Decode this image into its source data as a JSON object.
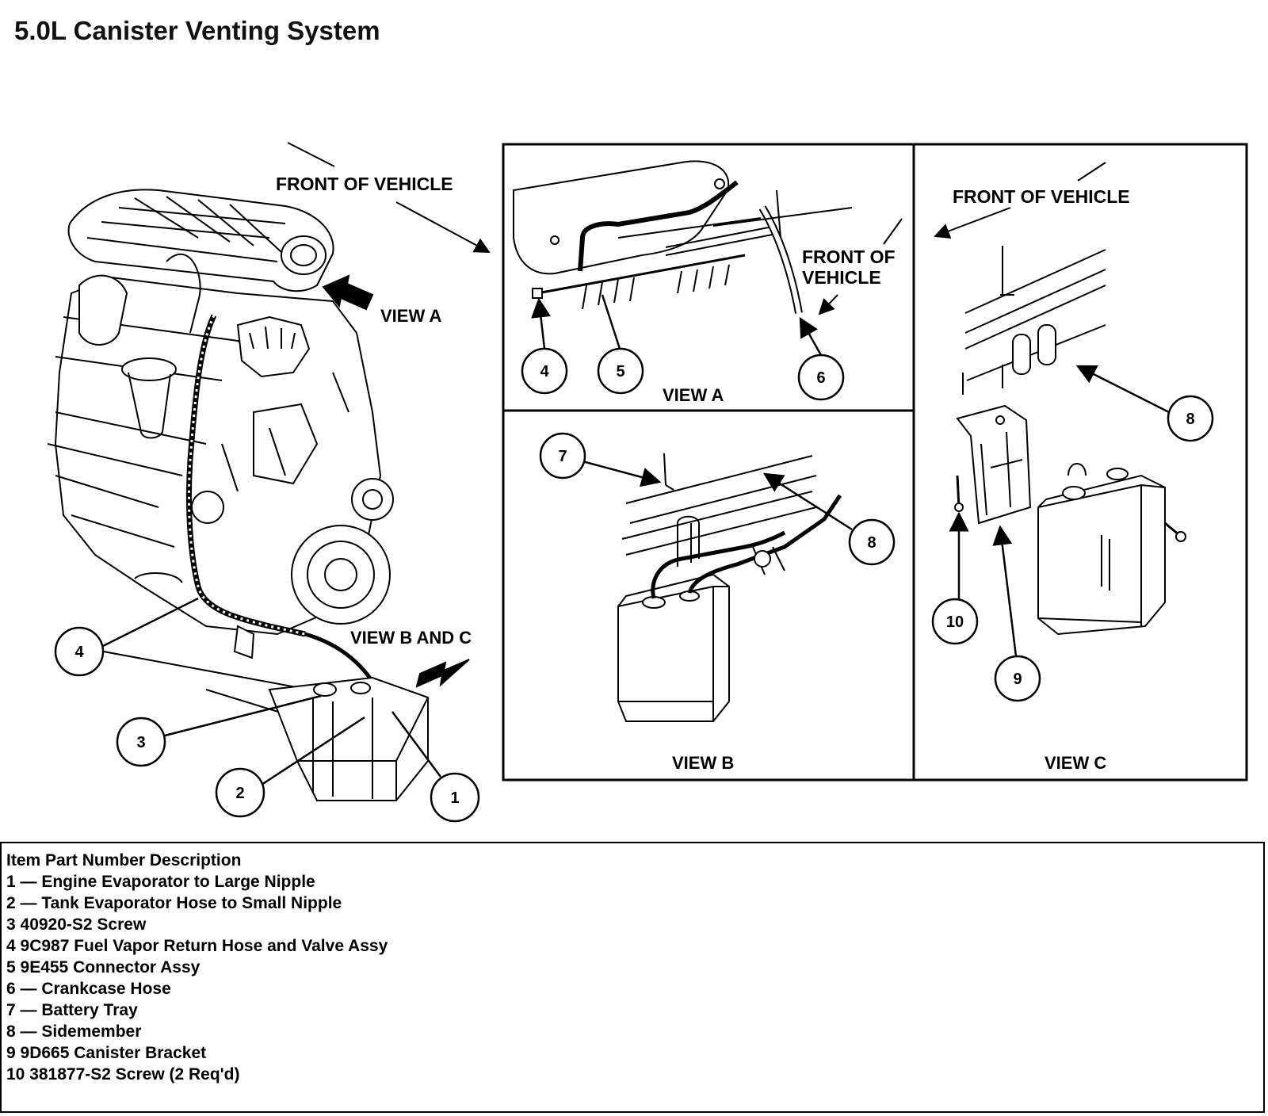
{
  "title": "5.0L Canister Venting System",
  "labels": {
    "front_of_vehicle_main": "FRONT OF VEHICLE",
    "view_a_arrow": "VIEW A",
    "view_b_and_c_arrow": "VIEW B AND C",
    "front_of_vehicle_view_a_line1": "FRONT OF",
    "front_of_vehicle_view_a_line2": "VEHICLE",
    "front_of_vehicle_view_c": "FRONT OF VEHICLE",
    "view_a": "VIEW A",
    "view_b": "VIEW B",
    "view_c": "VIEW C"
  },
  "callouts": {
    "c1": "1",
    "c2": "2",
    "c3": "3",
    "c4": "4",
    "a4": "4",
    "a5": "5",
    "a6": "6",
    "b7": "7",
    "b8": "8",
    "c8": "8",
    "c9": "9",
    "c10": "10"
  },
  "parts_table": {
    "header": "Item Part Number Description",
    "rows": [
      "1 — Engine Evaporator to Large Nipple",
      "2 — Tank Evaporator Hose to Small Nipple",
      "3 40920-S2 Screw",
      "4 9C987 Fuel Vapor Return Hose and Valve Assy",
      "5 9E455 Connector Assy",
      "6 — Crankcase Hose",
      "7 — Battery Tray",
      "8 — Sidemember",
      "9 9D665 Canister Bracket",
      "10 381877-S2 Screw (2 Req'd)"
    ]
  }
}
